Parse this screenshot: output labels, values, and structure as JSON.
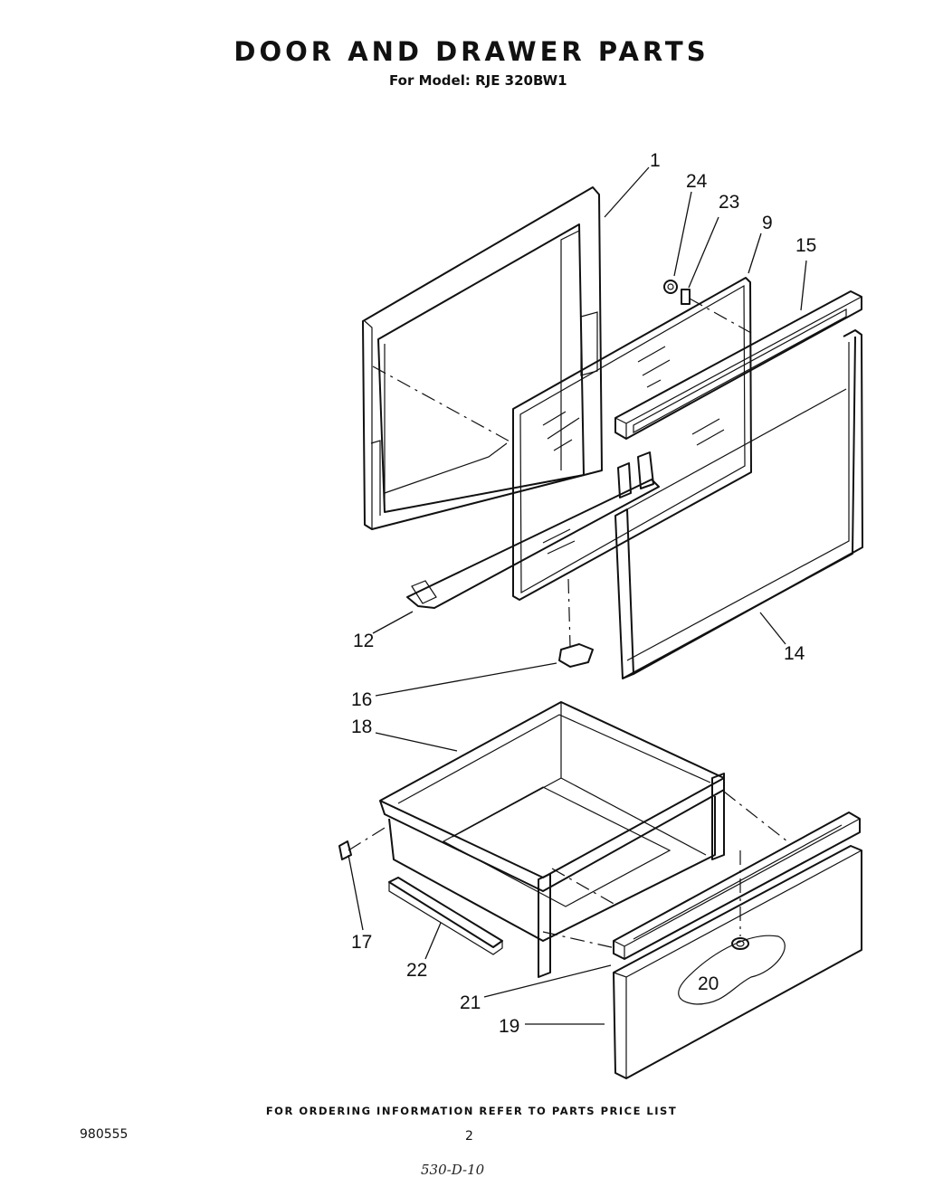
{
  "title": "DOOR AND DRAWER PARTS",
  "subtitle": "For Model: RJE 320BW1",
  "footer_note": "FOR ORDERING INFORMATION REFER TO PARTS PRICE LIST",
  "document_number": "980555",
  "page_number": "2",
  "handwritten_code": "530-D-10",
  "callouts": [
    "1",
    "24",
    "23",
    "9",
    "15",
    "12",
    "14",
    "16",
    "18",
    "17",
    "22",
    "20",
    "21",
    "19"
  ]
}
